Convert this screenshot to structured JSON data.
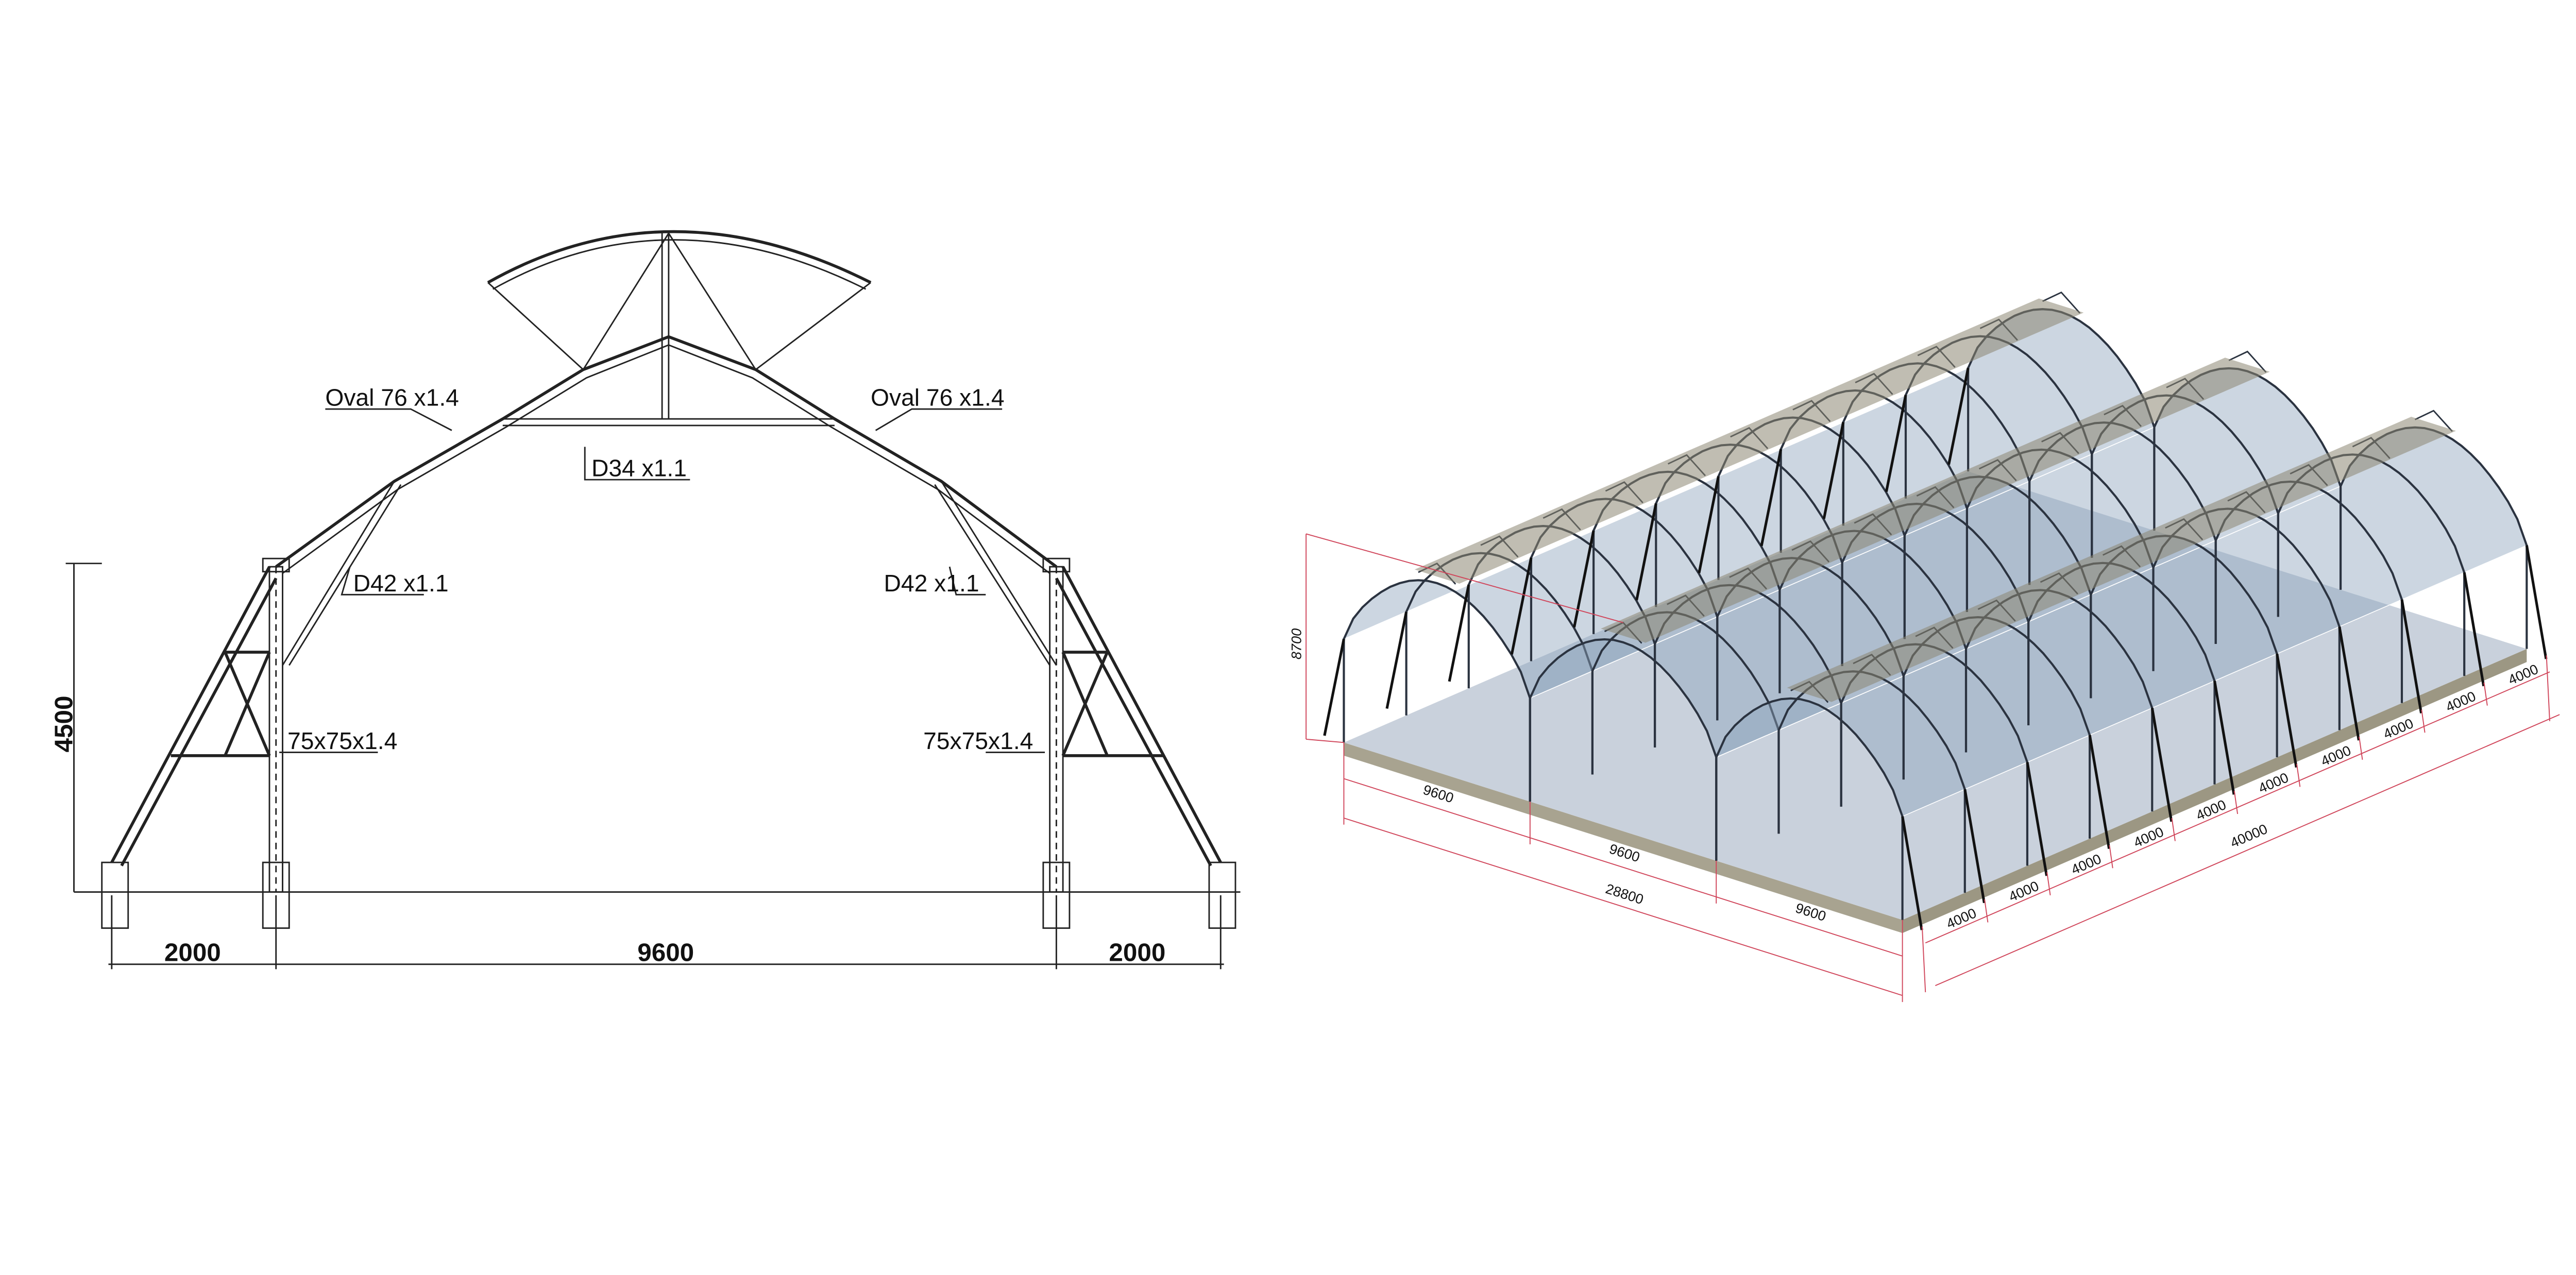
{
  "section_view": {
    "labels": {
      "oval_left": "Oval 76 x1.4",
      "oval_right": "Oval 76 x1.4",
      "d34": "D34 x1.1",
      "d42_left": "D42 x1.1",
      "d42_right": "D42 x1.1",
      "post_left": "75x75x1.4",
      "post_right": "75x75x1.4"
    },
    "dimensions": {
      "height": "4500",
      "left_bay": "2000",
      "span": "9600",
      "right_bay": "2000"
    }
  },
  "iso_view": {
    "height": "8700",
    "span_dims": [
      "9600",
      "9600",
      "9600"
    ],
    "total_width": "28800",
    "bay_dims": [
      "4000",
      "4000",
      "4000",
      "4000",
      "4000",
      "4000",
      "4000",
      "4000",
      "4000",
      "4000"
    ],
    "total_length": "40000",
    "colors": {
      "glazing": "#8fa3bd",
      "floor": "#c9d1dc",
      "foundation": "#a8a390",
      "vent": "#8c8672",
      "frame": "#2b3340"
    }
  }
}
